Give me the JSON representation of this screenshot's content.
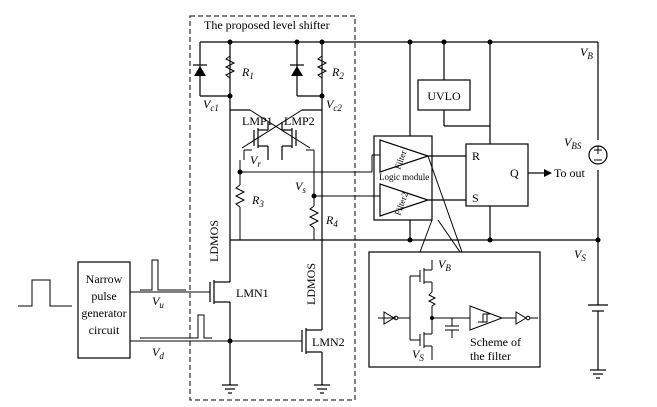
{
  "title": "The proposed level shifter",
  "pulse_gen": {
    "line1": "Narrow",
    "line2": "pulse",
    "line3": "generator",
    "line4": "circuit"
  },
  "supply": {
    "vb_main": "V",
    "vb_sub": "B",
    "vs_main": "V",
    "vs_sub": "S",
    "vbs_main": "V",
    "vbs_sub": "BS"
  },
  "labels": {
    "r1": "R",
    "r1_sub": "1",
    "r2": "R",
    "r2_sub": "2",
    "r3": "R",
    "r3_sub": "3",
    "r4": "R",
    "r4_sub": "4",
    "vc1": "V",
    "vc1_sub": "c1",
    "vc2": "V",
    "vc2_sub": "c2",
    "vr": "V",
    "vr_sub": "r",
    "vs": "V",
    "vs_sub": "s",
    "vu": "V",
    "vu_sub": "u",
    "vd": "V",
    "vd_sub": "d",
    "lmp1": "LMP1",
    "lmp2": "LMP2",
    "lmn1": "LMN1",
    "lmn2": "LMN2",
    "ldmos1": "LDMOS",
    "ldmos2": "LDMOS",
    "uvlo": "UVLO",
    "filter1": "Filter",
    "filter2": "Filter2",
    "logic": "Logic module",
    "ff_r": "R",
    "ff_s": "S",
    "ff_q": "Q",
    "to_out": "To out",
    "scheme1": "Scheme of",
    "scheme2": "the filter",
    "inset_vb": "V",
    "inset_vb_sub": "B",
    "inset_vs": "V",
    "inset_vs_sub": "S"
  }
}
